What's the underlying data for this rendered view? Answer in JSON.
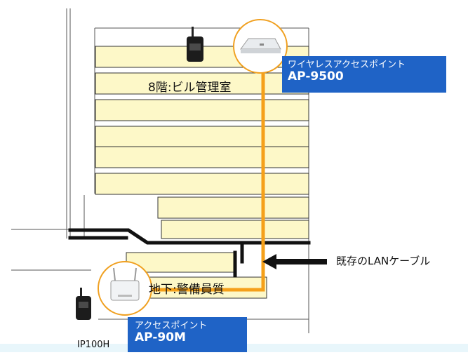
{
  "labels": {
    "ap_top": {
      "line1": "ワイヤレスアクセスポイント",
      "line2": "AP-9500"
    },
    "ap_bottom": {
      "line1": "アクセスポイント",
      "line2": "AP-90M"
    }
  },
  "floors": {
    "top_floor": "8階:ビル管理室",
    "basement": "地下:警備員質"
  },
  "cable": {
    "label": "既存のLANケーブル",
    "color": "#f5a01a"
  },
  "radio": {
    "model": "IP100H"
  },
  "colors": {
    "floor_fill": "#fdf8c8",
    "label_bg": "#1f63c6",
    "line": "#111111"
  },
  "icons": [
    "radio-icon",
    "access-point-icon",
    "arrow-left-icon"
  ]
}
